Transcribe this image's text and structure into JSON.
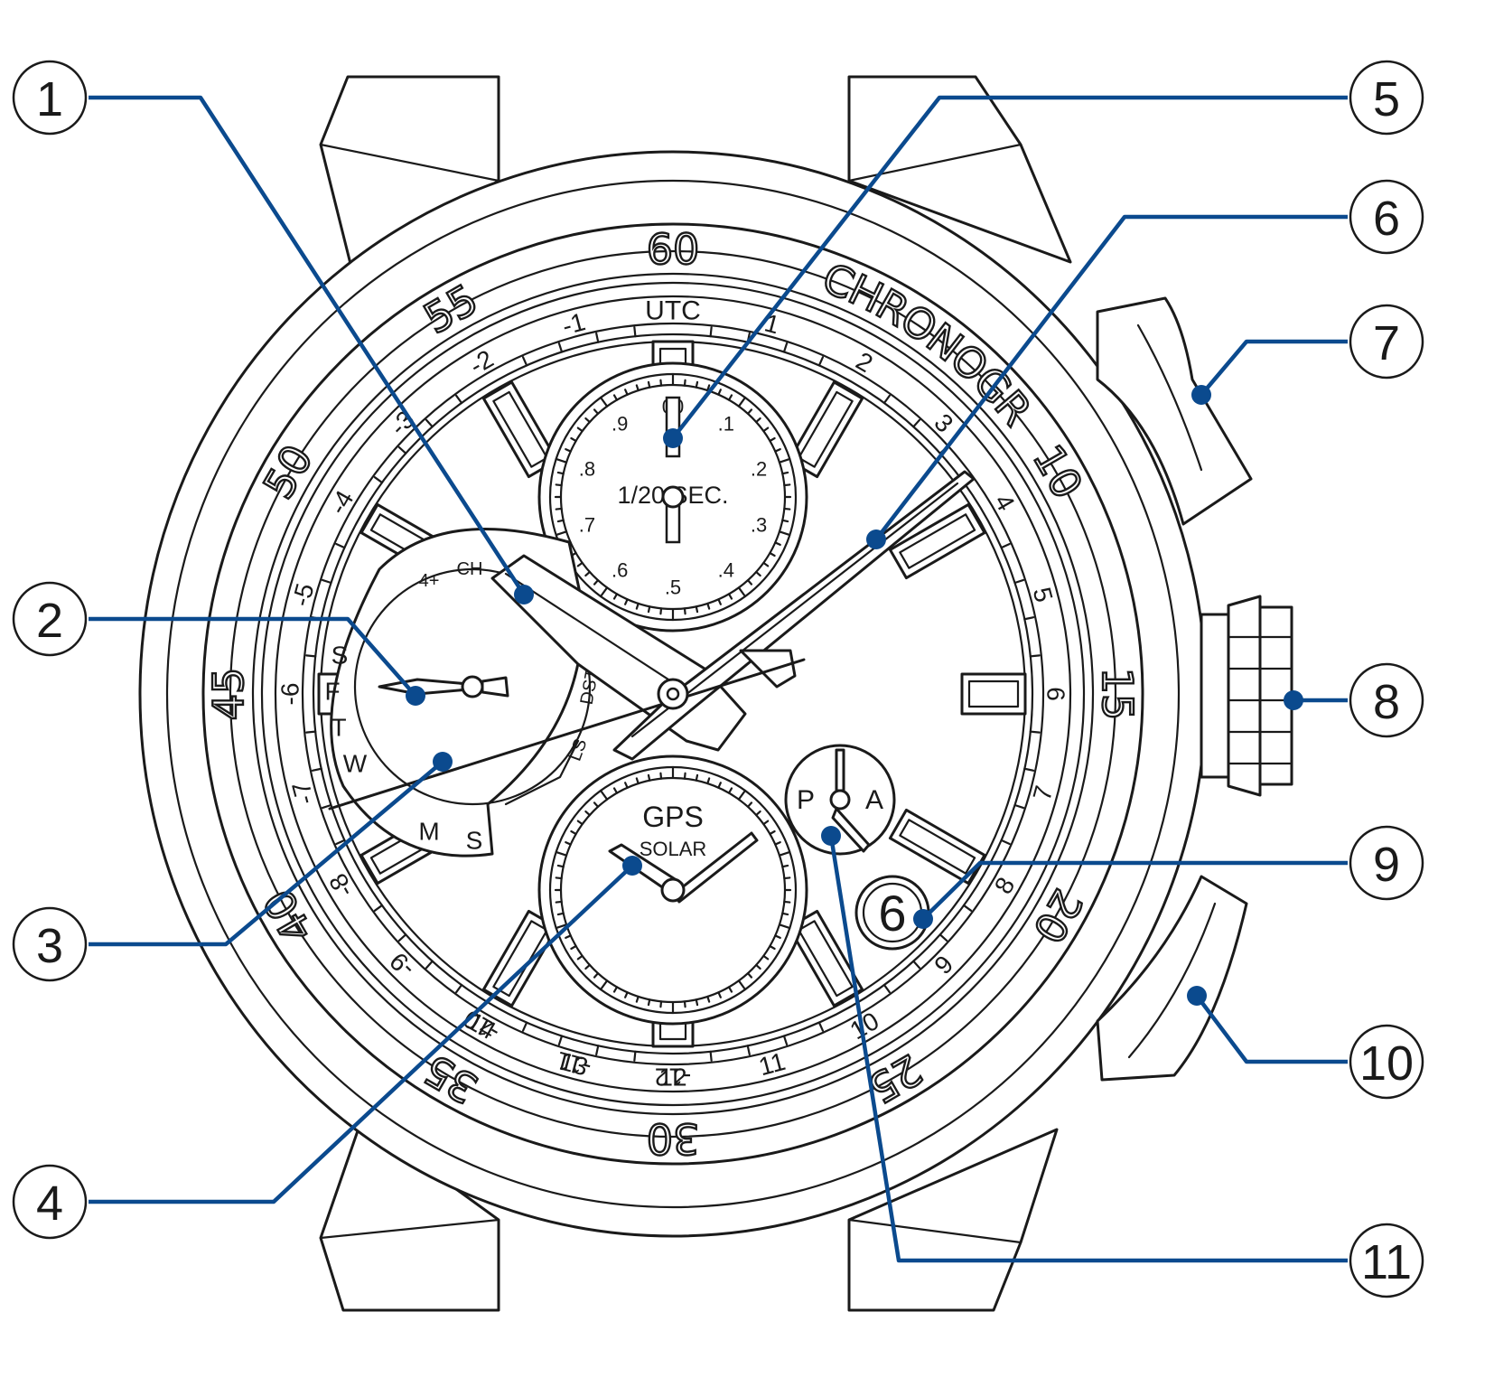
{
  "colors": {
    "callout": "#0b4a8e",
    "line": "#1a1a1a"
  },
  "bezel": {
    "label": "CHRONOGRAPH",
    "numerals": [
      "60",
      "10",
      "15",
      "20",
      "25",
      "30",
      "35",
      "40",
      "45",
      "50",
      "55"
    ]
  },
  "utc_ring": {
    "label": "UTC",
    "left": [
      "-1",
      "-2",
      "-3",
      "-4",
      "-5",
      "-6",
      "-7",
      "-8",
      "-9",
      "-10",
      "-11",
      "-12"
    ],
    "right": [
      "1",
      "2",
      "3",
      "4",
      "5",
      "6",
      "7",
      "8",
      "9",
      "10",
      "11",
      "12",
      "13",
      "14"
    ]
  },
  "subdial_top": {
    "label": "1/20 SEC.",
    "marks": [
      "00",
      ".1",
      ".2",
      ".3",
      ".4",
      ".5",
      ".6",
      ".7",
      ".8",
      ".9"
    ]
  },
  "subdial_left": {
    "days": [
      "S",
      "F",
      "T",
      "W",
      "M",
      "S"
    ],
    "marks": [
      "4+",
      "CH",
      "DST",
      "LS"
    ]
  },
  "subdial_bottom": {
    "line1": "GPS",
    "line2": "SOLAR"
  },
  "pa_indicator": {
    "p": "P",
    "a": "A"
  },
  "date_window": {
    "value": "6"
  },
  "callouts": [
    {
      "id": "1",
      "label": "1"
    },
    {
      "id": "2",
      "label": "2"
    },
    {
      "id": "3",
      "label": "3"
    },
    {
      "id": "4",
      "label": "4"
    },
    {
      "id": "5",
      "label": "5"
    },
    {
      "id": "6",
      "label": "6"
    },
    {
      "id": "7",
      "label": "7"
    },
    {
      "id": "8",
      "label": "8"
    },
    {
      "id": "9",
      "label": "9"
    },
    {
      "id": "10",
      "label": "10"
    },
    {
      "id": "11",
      "label": "11"
    }
  ]
}
